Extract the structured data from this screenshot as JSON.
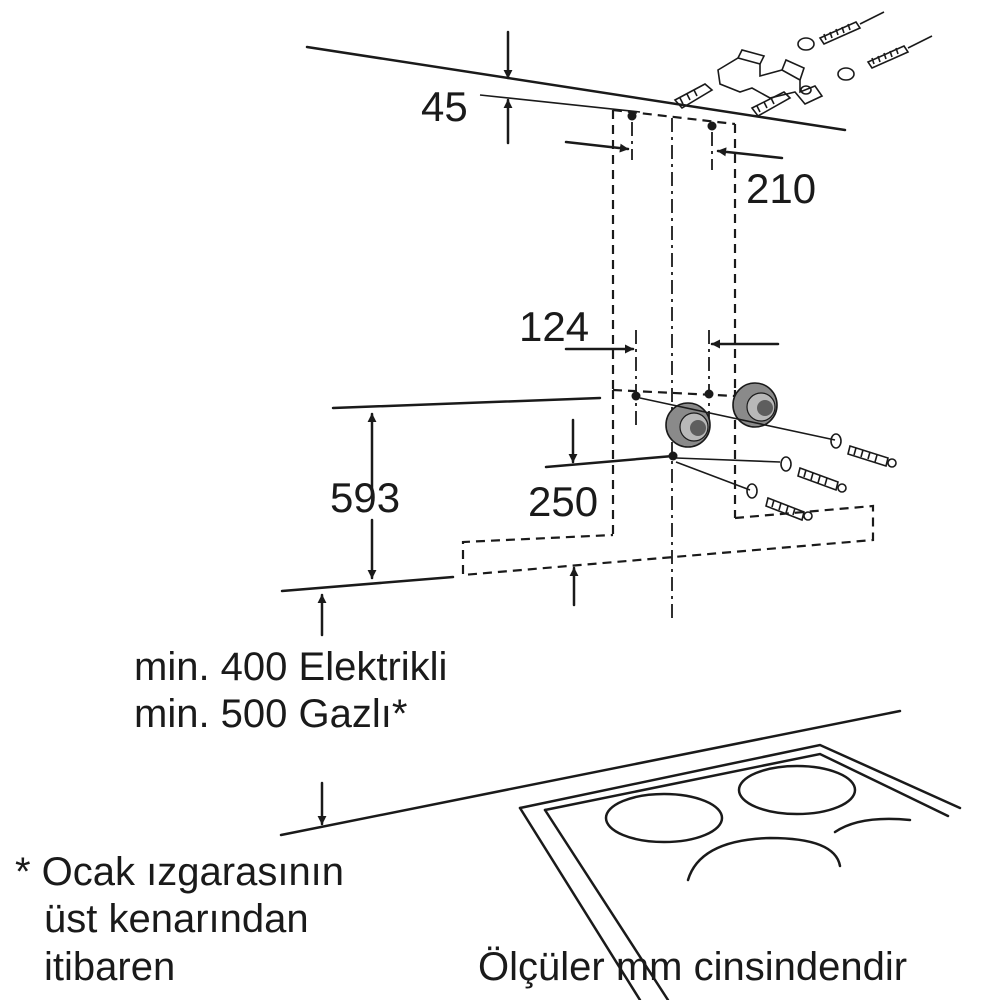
{
  "dimensions": {
    "d45": "45",
    "d210": "210",
    "d124": "124",
    "d593": "593",
    "d250": "250"
  },
  "clearance": {
    "line1": "min. 400 Elektrikli",
    "line2": "min. 500 Gazlı*"
  },
  "footnote": {
    "line1": "* Ocak ızgarasının",
    "line2": "üst kenarından",
    "line3": "itibaren"
  },
  "units_note": "Ölçüler mm cinsindendir",
  "icons": [
    "wall-plug-icon",
    "screw-icon",
    "mounting-bracket-icon",
    "washer-icon",
    "hook-icon",
    "cooktop-burner-icon"
  ]
}
